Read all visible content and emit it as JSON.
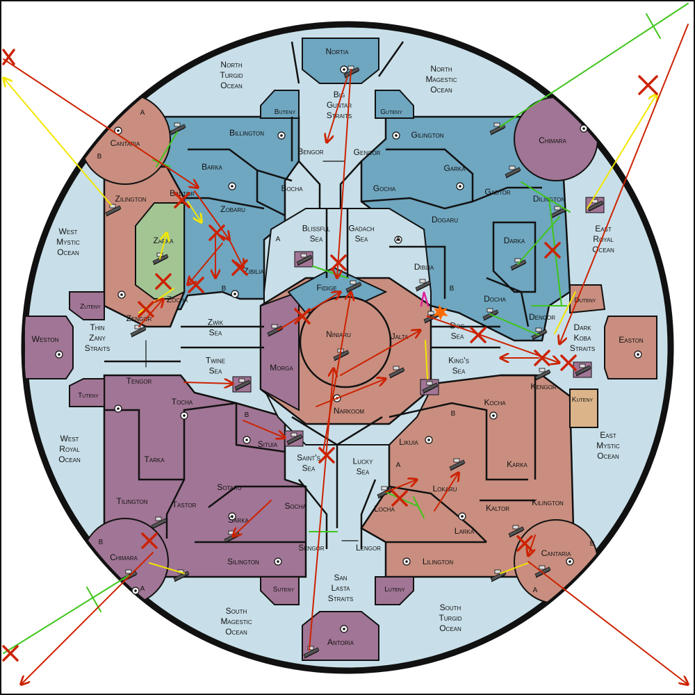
{
  "colors": {
    "ocean": "#c8dfe9",
    "blue": "#6fa6c0",
    "pink": "#c98e7f",
    "purple": "#a17595",
    "green": "#a3c594",
    "tan": "#dcb48a",
    "order_move": "#cc2200",
    "order_support": "#f2e600",
    "order_convoy": "#3ec61a",
    "retreat": "#e0209a"
  },
  "oceans": {
    "north_turgid": "North Turgid Ocean",
    "north_magestic": "North Magestic Ocean",
    "west_mystic": "West Mystic Ocean",
    "east_royal": "East Royal Ocean",
    "west_royal": "West Royal Ocean",
    "east_mystic": "East Mystic Ocean",
    "south_magestic": "South Magestic Ocean",
    "south_turgid": "South Turgid Ocean"
  },
  "seas": {
    "big_guntar": "Big Guntar Straits",
    "blissful": "Blissful Sea",
    "gadach": "Gadach Sea",
    "zwik": "Zwik Sea",
    "twine": "Twine Sea",
    "dog": "Dog Sea",
    "kings": "King's Sea",
    "saints": "Saint's Sea",
    "lucky": "Lucky Sea",
    "thin_zany": "Thin Zany Straits",
    "dark_koba": "Dark Koba Straits",
    "san_lasta": "San Lasta Straits"
  },
  "provinces": {
    "nortia": "Nortia",
    "buteny": "Buteny",
    "guteny": "Guteny",
    "billington": "Billington",
    "gilington": "Gilington",
    "bengor": "Bengor",
    "gengor": "Gengor",
    "barka": "Barka",
    "garka": "Garka",
    "bocha": "Bocha",
    "gocha": "Gocha",
    "cantaria_nw": "Cantaria",
    "chimara_ne": "Chimara",
    "zilington": "Zilington",
    "badtor": "Badtor",
    "zobaru": "Zobaru",
    "gadtor": "Gadtor",
    "dilington": "Dilington",
    "zarka": "Zarka",
    "doraru": "Dogaru",
    "darka": "Darka",
    "diblia": "Diblia",
    "zibilia": "Zibilia",
    "fidige": "Fidige",
    "zocha": "Zocha",
    "zuteny": "Zuteny",
    "zengor": "Zengor",
    "docha": "Docha",
    "duteny": "Duteny",
    "dengor": "Dengor",
    "weston": "Weston",
    "easton": "Easton",
    "niniaru": "Niniaru",
    "morga": "Morga",
    "jalta": "Jalta",
    "narkoom": "Narkoom",
    "tengor": "Tengor",
    "kengor": "Kengor",
    "tuteny": "Tuteny",
    "kuteny": "Kuteny",
    "tocha": "Tocha",
    "kocha": "Kocha",
    "situia": "Situia",
    "likuia": "Likuia",
    "tarka": "Tarka",
    "karka": "Karka",
    "sotaru": "Sotaru",
    "lokaru": "Lokaru",
    "tilington": "Tilington",
    "kilington": "Kilington",
    "tastor": "Tastor",
    "kaltor": "Kaltor",
    "socha": "Socha",
    "locha": "Locha",
    "sarka": "Sarka",
    "larka": "Larka",
    "chimara_sw": "Chimara",
    "cantaria_se": "Cantaria",
    "silington": "Silington",
    "lilington": "Lilington",
    "sengor": "Sengor",
    "lengor": "Lengor",
    "suteny": "Suteny",
    "luteny": "Luteny",
    "antoria": "Antoria"
  },
  "coast_marks": {
    "a": "A",
    "b": "B"
  }
}
